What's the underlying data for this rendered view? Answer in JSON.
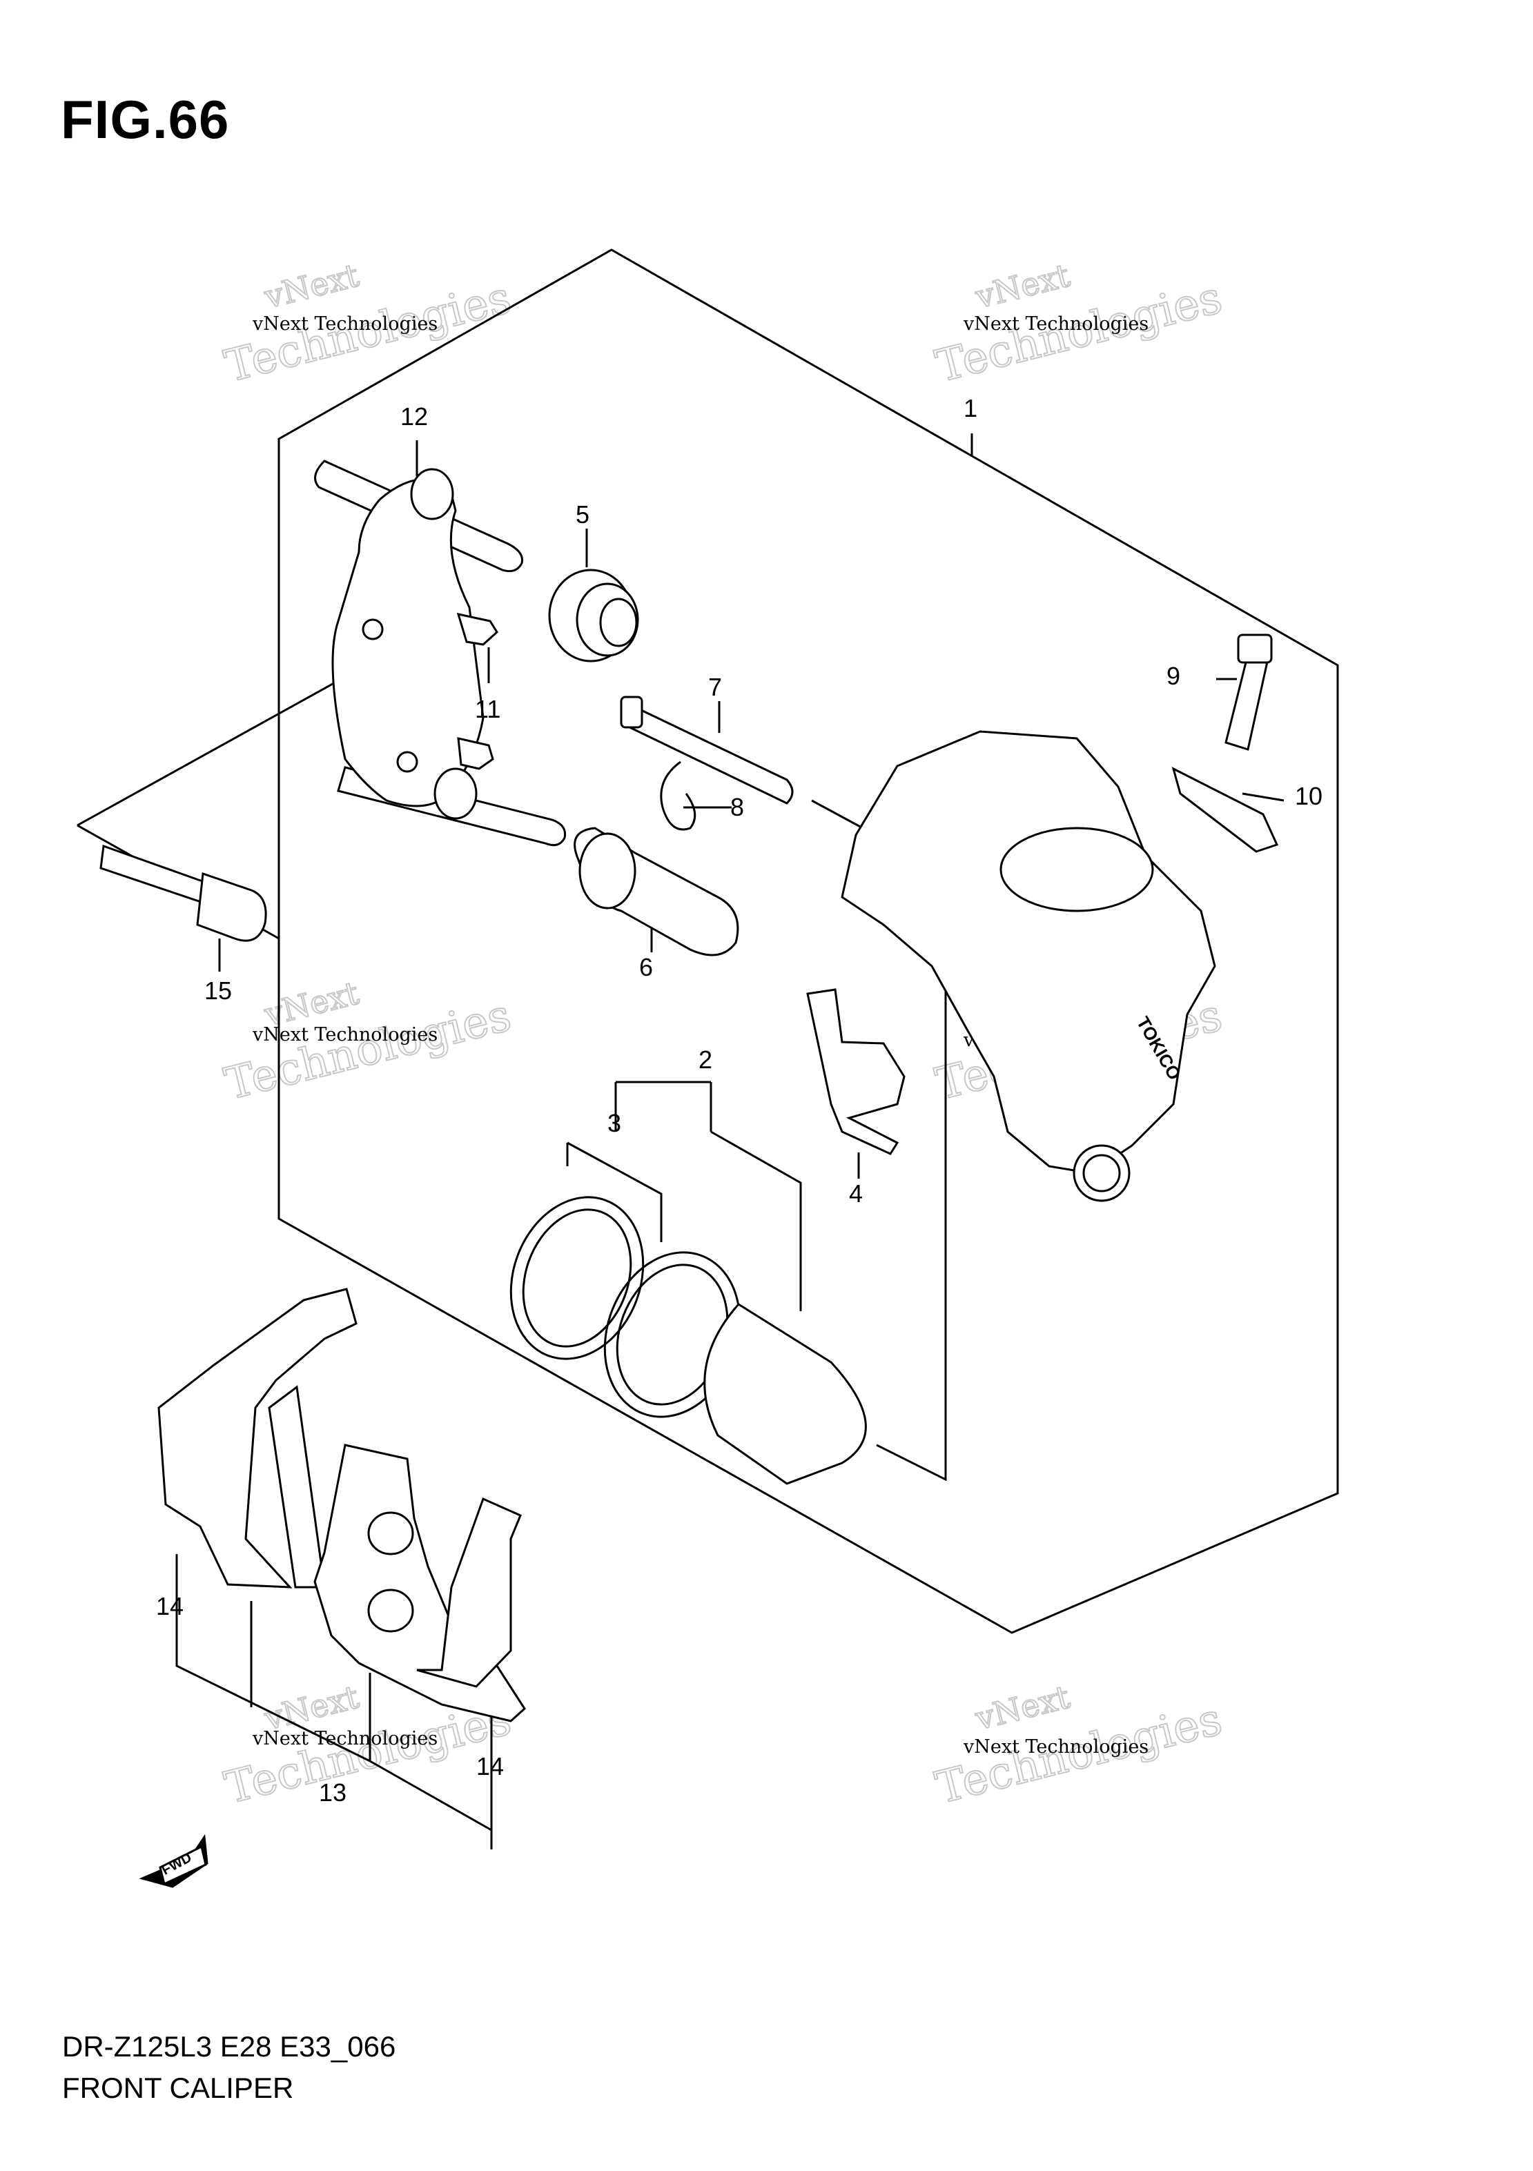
{
  "header": {
    "figure_title": "FIG.66"
  },
  "footer": {
    "model_code": "DR-Z125L3 E28 E33_066",
    "diagram_name": "FRONT CALIPER"
  },
  "watermark": {
    "line1": "vNext Technologies",
    "line2": "vNext",
    "line3": "Technologies"
  },
  "callouts": [
    "1",
    "2",
    "3",
    "4",
    "5",
    "6",
    "7",
    "8",
    "9",
    "10",
    "11",
    "12",
    "13",
    "14",
    "14",
    "15"
  ],
  "fwd_label": "FWD",
  "caliper_stamp": "TOKICO",
  "colors": {
    "line": "#000000",
    "watermark": "#c8c8c8",
    "background": "#ffffff"
  }
}
